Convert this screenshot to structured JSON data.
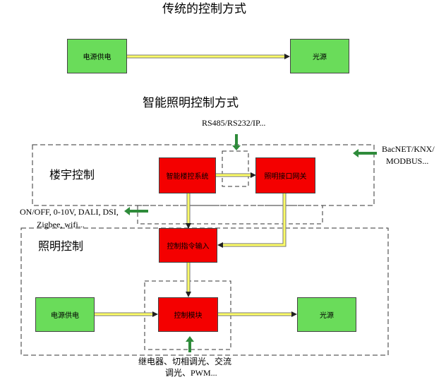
{
  "titles": {
    "traditional": "传统的控制方式",
    "smart": "智能照明控制方式"
  },
  "sections": {
    "building": "楼宇控制",
    "lighting": "照明控制"
  },
  "boxes": {
    "trad_power": "电源供电",
    "trad_light": "光源",
    "bms": "智能楼控系统",
    "gateway": "照明接口网关",
    "command": "控制指令输入",
    "power": "电源供电",
    "module": "控制模块",
    "light": "光源"
  },
  "protocols": {
    "rs": "RS485/RS232/IP...",
    "bacnet_line1": "BacNET/KNX/",
    "bacnet_line2": "MODBUS...",
    "onoff_line1": "ON/OFF, 0-10V, DALI, DSI,",
    "onoff_line2": "Zigbee, wifi...",
    "relay_line1": "继电器、切相调光、交流",
    "relay_line2": "调光、PWM..."
  },
  "colors": {
    "box_green": "#6adc5a",
    "box_red": "#f40000",
    "connector": "#ffff66",
    "arrow_green": "#2e8b3a"
  }
}
